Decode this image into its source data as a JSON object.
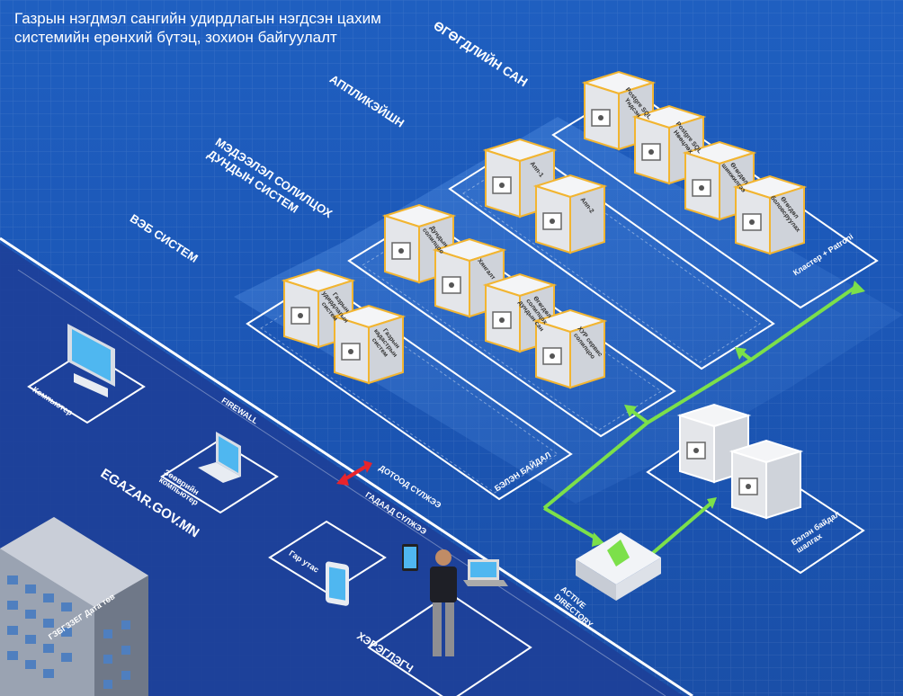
{
  "title": "Газрын нэгдмэл сангийн удирдлагын нэгдсэн цахим системийн ерөнхий бүтэц, зохион байгуулалт",
  "layers": {
    "database": "ӨГӨГДЛИЙН САН",
    "application": "АППЛИКЭЙШН",
    "exchange": "МЭДЭЭЛЭЛ СОЛИЛЦОХ ДУНДЫН СИСТЕМ",
    "web": "ВЭБ СИСТЕМ"
  },
  "servers": {
    "db": [
      "Postgre SQL Үндсэн",
      "Postgre SQL Нөөцлөх",
      "Өгөгдөл шинжилгээ",
      "Өгөгдөл боловсруулах"
    ],
    "app": [
      "Апп-1",
      "Апп-2"
    ],
    "exchange": [
      "Дундын солилцоо",
      "Хянгалт",
      "Өгөгдөл солилцох дундын сан",
      "ХУР сервис солилцоо"
    ],
    "web": [
      "Газрын удирдлагын систем",
      "Газрын кадастрын систем"
    ],
    "backup": [
      "",
      ""
    ]
  },
  "labels": {
    "cluster": "Кластер + Patroni",
    "ready_state": "БЭЛЭН БАЙДАЛ",
    "ready_check": "Бэлэн байдал шалгах",
    "active_directory": "ACTIVE DIRECTORY",
    "internal_network": "ДОТООД СҮЛЖЭЭ",
    "external_network": "ГАДААД СҮЛЖЭЭ",
    "firewall": "FIREWALL",
    "domain": "EGAZAR.GOV.MN",
    "computer": "Компьютер",
    "laptop": "Зөөврийн компьютер",
    "phone": "Гар утас",
    "user": "ХЭРЭГЛЭГЧ",
    "datacenter": "ГЗБГЗЗЕГ Дата төв"
  },
  "colors": {
    "background": "#1c58b8",
    "arrow": "#7ce04a",
    "firewall_arrow": "#e8242c",
    "server_border": "#f2b531"
  }
}
